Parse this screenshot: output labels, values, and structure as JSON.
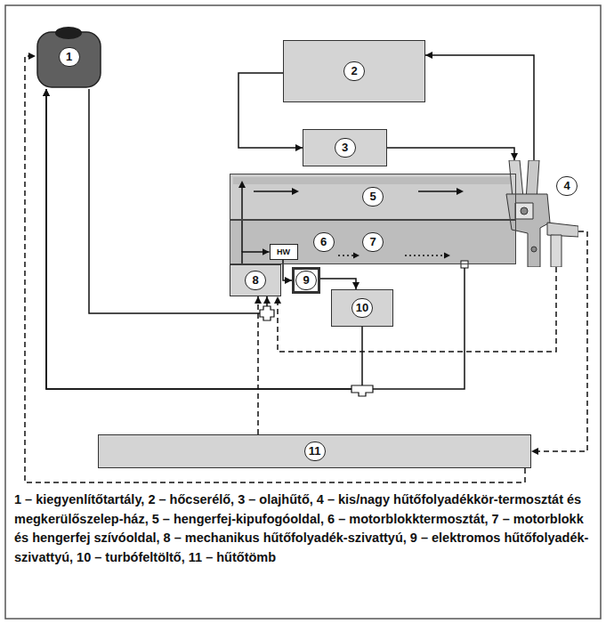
{
  "diagram": {
    "caption": "1 – kiegyenlítőtartály, 2 – hőcserélő, 3 – olajhűtő, 4 – kis/nagy hűtőfolyadékkör-termosztát és megkerülőszelep-ház, 5 – hengerfej-kipufogóoldal, 6 – motorblokktermosztát, 7 – motorblokk és hengerfej szívóoldal, 8 – mechanikus hűtőfolyadék-szivattyú, 9 – elektromos hűtőfolyadék-szivattyú, 10 – turbófeltöltő, 11 – hűtőtömb",
    "nodes": [
      {
        "text": [
          "1"
        ]
      },
      {
        "text": [
          "2"
        ]
      },
      {
        "text": [
          "3"
        ]
      },
      {
        "text": [
          "4"
        ]
      },
      {
        "text": [
          "5"
        ]
      },
      {
        "text": [
          "7"
        ]
      },
      {
        "text": [
          "6",
          "HW"
        ],
        "in": 5
      },
      {
        "text": [
          "8"
        ]
      },
      {
        "text": [
          "9"
        ]
      },
      {
        "text": [
          "10"
        ]
      },
      {
        "text": [
          "11"
        ]
      }
    ],
    "edges": [
      {
        "from": 3,
        "to": 1,
        "arrow": "to"
      },
      {
        "from": 1,
        "to": 2,
        "arrow": "to"
      },
      {
        "from": 2,
        "to": 3,
        "arrow": "to"
      },
      {
        "from": 0,
        "to": 7,
        "arrow": "to"
      },
      {
        "from": 7,
        "to": 6,
        "arrow": "to"
      },
      {
        "from": 6,
        "to": 8,
        "arrow": "to"
      },
      {
        "from": 8,
        "to": 9,
        "arrow": "to"
      },
      {
        "from": 9,
        "to": 0,
        "arrow": "to"
      },
      {
        "from": 5,
        "to": 0,
        "arrow": "to"
      },
      {
        "from": 3,
        "to": 7,
        "arrow": "to"
      },
      {
        "from": 10,
        "to": 7,
        "arrow": "to"
      },
      {
        "from": 3,
        "to": 10,
        "arrow": "to"
      },
      {
        "from": 10,
        "to": 0,
        "arrow": "to"
      }
    ]
  }
}
